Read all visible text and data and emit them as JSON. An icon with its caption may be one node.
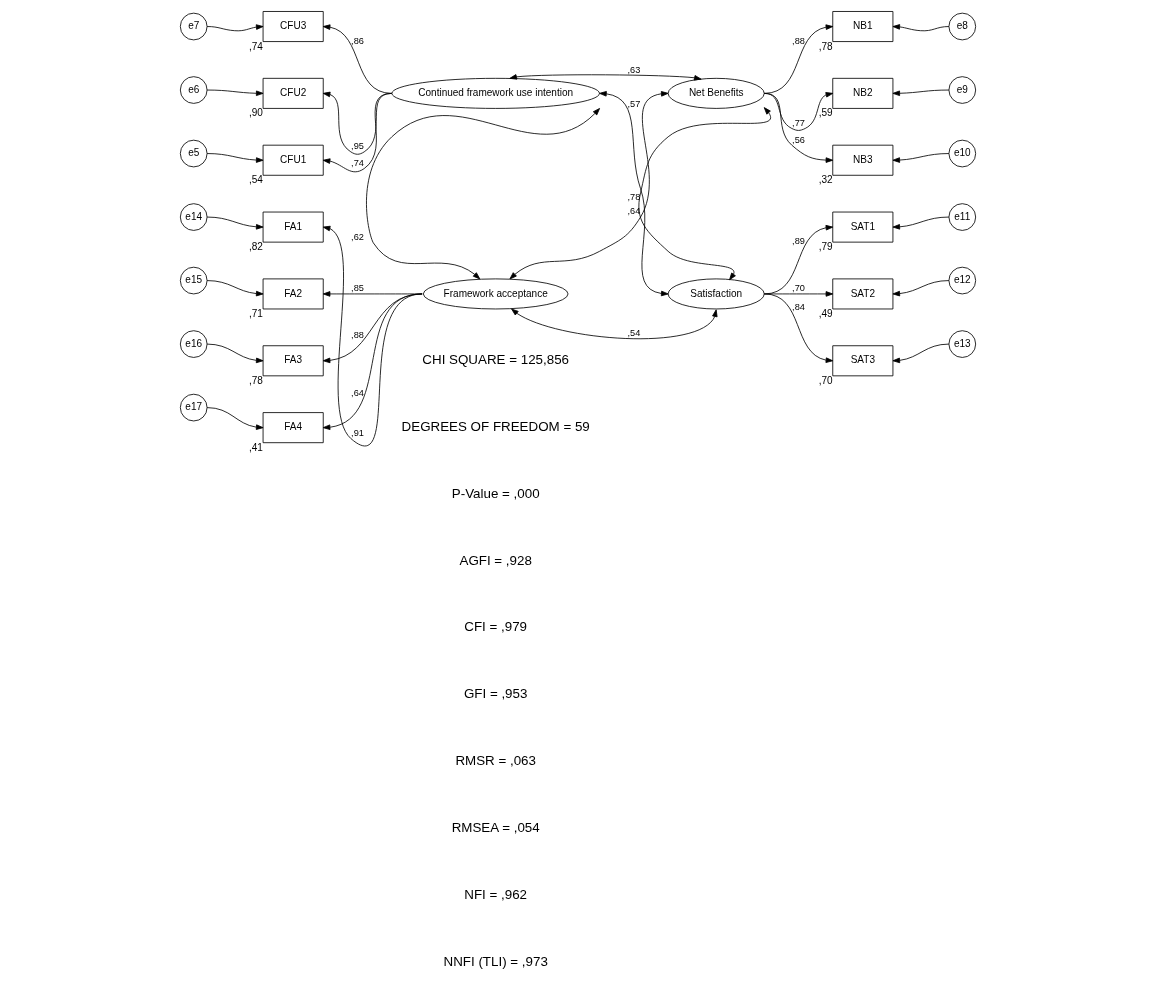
{
  "diagram": {
    "nodes": [
      {
        "text": [
          "e7"
        ]
      },
      {
        "text": [
          "CFU3"
        ],
        "beside": [
          ",74"
        ]
      },
      {
        "text": [
          "e6"
        ]
      },
      {
        "text": [
          "CFU2"
        ],
        "beside": [
          ",90"
        ]
      },
      {
        "text": [
          "e5"
        ]
      },
      {
        "text": [
          "CFU1"
        ],
        "beside": [
          ",54"
        ]
      },
      {
        "text": [
          "Continued framework use intention"
        ]
      },
      {
        "text": [
          "e14"
        ]
      },
      {
        "text": [
          "FA1"
        ],
        "beside": [
          ",82"
        ]
      },
      {
        "text": [
          "e15"
        ]
      },
      {
        "text": [
          "FA2"
        ],
        "beside": [
          ",71"
        ]
      },
      {
        "text": [
          "e16"
        ]
      },
      {
        "text": [
          "FA3"
        ],
        "beside": [
          ",78"
        ]
      },
      {
        "text": [
          "e17"
        ]
      },
      {
        "text": [
          "FA4"
        ],
        "beside": [
          ",41"
        ]
      },
      {
        "text": [
          "Framework acceptance"
        ]
      },
      {
        "text": [
          "Net Benefits"
        ]
      },
      {
        "text": [
          "NB1"
        ],
        "beside": [
          ",78"
        ]
      },
      {
        "text": [
          "e8"
        ]
      },
      {
        "text": [
          "NB2"
        ],
        "beside": [
          ",59"
        ]
      },
      {
        "text": [
          "e9"
        ]
      },
      {
        "text": [
          "NB3"
        ],
        "beside": [
          ",32"
        ]
      },
      {
        "text": [
          "e10"
        ]
      },
      {
        "text": [
          "Satisfaction"
        ]
      },
      {
        "text": [
          "SAT1"
        ],
        "beside": [
          ",79"
        ]
      },
      {
        "text": [
          "e11"
        ]
      },
      {
        "text": [
          "SAT2"
        ],
        "beside": [
          ",49"
        ]
      },
      {
        "text": [
          "e12"
        ]
      },
      {
        "text": [
          "SAT3"
        ],
        "beside": [
          ",70"
        ]
      },
      {
        "text": [
          "e13"
        ]
      }
    ],
    "edges": [
      {
        "from": 0,
        "to": 1,
        "arrow": "to"
      },
      {
        "from": 2,
        "to": 3,
        "arrow": "to"
      },
      {
        "from": 4,
        "to": 5,
        "arrow": "to"
      },
      {
        "from": 6,
        "to": 1,
        "arrow": "to",
        "label": ",86"
      },
      {
        "from": 6,
        "to": 3,
        "arrow": "to",
        "label": ",95"
      },
      {
        "from": 6,
        "to": 5,
        "arrow": "to",
        "label": ",74"
      },
      {
        "from": 7,
        "to": 8,
        "arrow": "to"
      },
      {
        "from": 9,
        "to": 10,
        "arrow": "to"
      },
      {
        "from": 11,
        "to": 12,
        "arrow": "to"
      },
      {
        "from": 13,
        "to": 14,
        "arrow": "to"
      },
      {
        "from": 15,
        "to": 8,
        "arrow": "to",
        "label": ",91"
      },
      {
        "from": 15,
        "to": 10,
        "arrow": "to",
        "label": ",85"
      },
      {
        "from": 15,
        "to": 12,
        "arrow": "to",
        "label": ",88"
      },
      {
        "from": 15,
        "to": 14,
        "arrow": "to",
        "label": ",64"
      },
      {
        "from": 16,
        "to": 17,
        "arrow": "to",
        "label": ",88"
      },
      {
        "from": 16,
        "to": 19,
        "arrow": "to",
        "label": ",77"
      },
      {
        "from": 16,
        "to": 21,
        "arrow": "to",
        "label": ",56"
      },
      {
        "from": 18,
        "to": 17,
        "arrow": "to"
      },
      {
        "from": 20,
        "to": 19,
        "arrow": "to"
      },
      {
        "from": 22,
        "to": 21,
        "arrow": "to"
      },
      {
        "from": 23,
        "to": 24,
        "arrow": "to",
        "label": ",89"
      },
      {
        "from": 23,
        "to": 26,
        "arrow": "to",
        "label": ",70"
      },
      {
        "from": 23,
        "to": 28,
        "arrow": "to",
        "label": ",84"
      },
      {
        "from": 25,
        "to": 24,
        "arrow": "to"
      },
      {
        "from": 27,
        "to": 26,
        "arrow": "to"
      },
      {
        "from": 29,
        "to": 28,
        "arrow": "to"
      },
      {
        "from": 6,
        "to": 16,
        "arrow": "both",
        "label": ",63"
      },
      {
        "from": 6,
        "to": 23,
        "arrow": "both",
        "label": ",57"
      },
      {
        "from": 6,
        "to": 15,
        "arrow": "both",
        "label": ",62"
      },
      {
        "from": 15,
        "to": 16,
        "arrow": "both",
        "label": ",64"
      },
      {
        "from": 16,
        "to": 23,
        "arrow": "both",
        "label": ",78"
      },
      {
        "from": 15,
        "to": 23,
        "arrow": "both",
        "label": ",54"
      }
    ],
    "labels": [
      "CHI SQUARE = 125,856",
      "DEGREES OF FREEDOM = 59",
      "P-Value = ,000",
      "AGFI = ,928",
      "CFI = ,979",
      "GFI = ,953",
      "RMSR = ,063",
      "RMSEA = ,054",
      "NFI = ,962",
      "NNFI (TLI) = ,973"
    ]
  }
}
